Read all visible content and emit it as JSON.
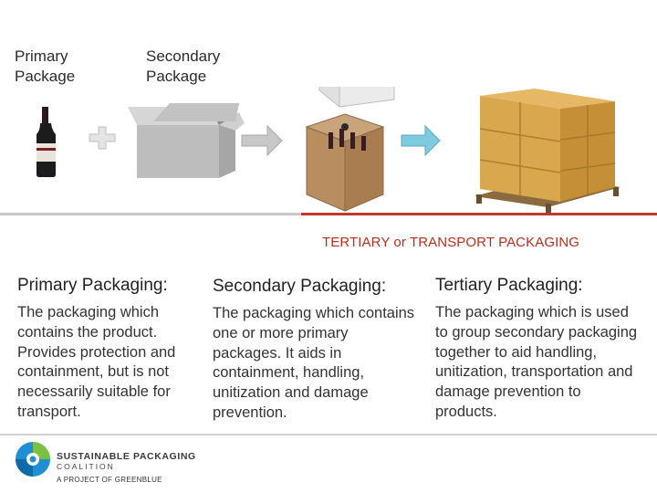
{
  "header": {
    "primary_label": "Primary\nPackage",
    "secondary_label": "Secondary\nPackage",
    "tertiary_banner": "TERTIARY or TRANSPORT PACKAGING"
  },
  "columns": [
    {
      "title": "Primary Packaging:",
      "body": "The packaging which contains the product. Provides protection and containment, but is not necessarily suitable for transport."
    },
    {
      "title": "Secondary Packaging:",
      "body": "The packaging which contains one or more primary packages. It aids in containment, handling, unitization and damage prevention."
    },
    {
      "title": "Tertiary Packaging:",
      "body": "The packaging which is used to group secondary packaging together to aid handling, unitization, transportation and damage prevention to products."
    }
  ],
  "logo": {
    "line1": "SUSTAINABLE PACKAGING",
    "line2": "COALITION",
    "tagline": "A PROJECT OF GREENBLUE"
  },
  "colors": {
    "accent_red": "#c0392b",
    "arrow_blue": "#7ecbe0",
    "box_tan": "#d9a84e",
    "logo_blue": "#1f8fd1"
  }
}
